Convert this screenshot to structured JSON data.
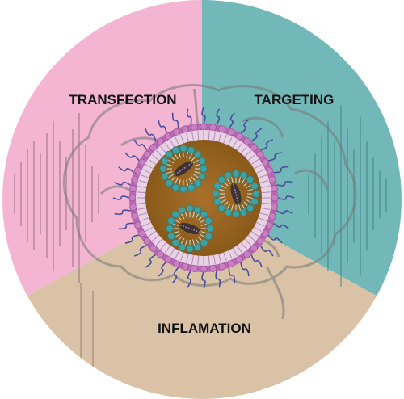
{
  "diagram": {
    "segments": [
      {
        "id": "transfection",
        "label": "TRANSFECTION",
        "color": "#f4b5d2"
      },
      {
        "id": "targeting",
        "label": "TARGETING",
        "color": "#73b8b8"
      },
      {
        "id": "inflamation",
        "label": "INFLAMATION",
        "color": "#d9c2a6"
      }
    ],
    "center_graphic": "lipid-nanoparticle-icon",
    "background_graphic": "brain-outline-icon",
    "colors": {
      "core": "#a36a1f",
      "shell": "#b96ab3",
      "inner_vesicle": "#3fa2a2",
      "tail": "#4a4f9c",
      "brain_line": "#777777"
    }
  }
}
